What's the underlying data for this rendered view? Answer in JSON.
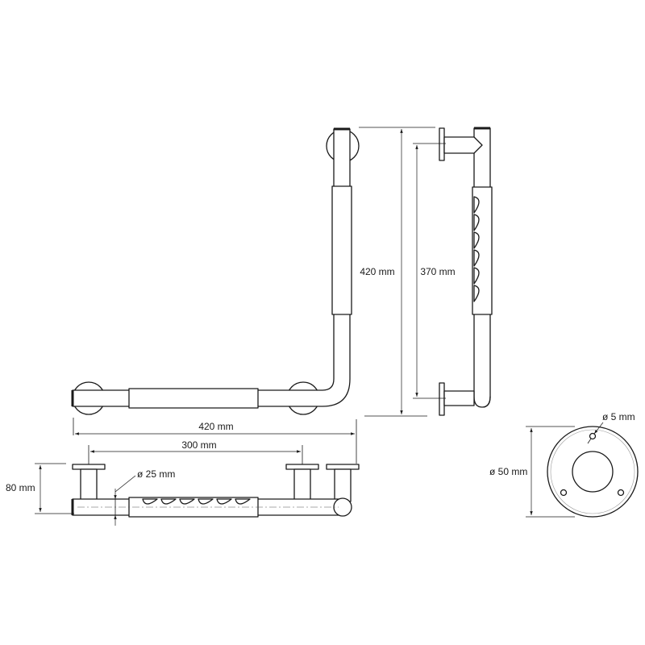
{
  "dimensions": {
    "front_height": "420 mm",
    "side_height": "370 mm",
    "top_total_width": "420 mm",
    "top_span": "300 mm",
    "depth": "80 mm",
    "tube_diameter": "ø 25 mm",
    "hole_diameter": "ø 5 mm",
    "rosette_diameter": "ø 50 mm"
  },
  "colors": {
    "line": "#1a1a1a",
    "centerline": "#555555",
    "background": "#ffffff"
  }
}
